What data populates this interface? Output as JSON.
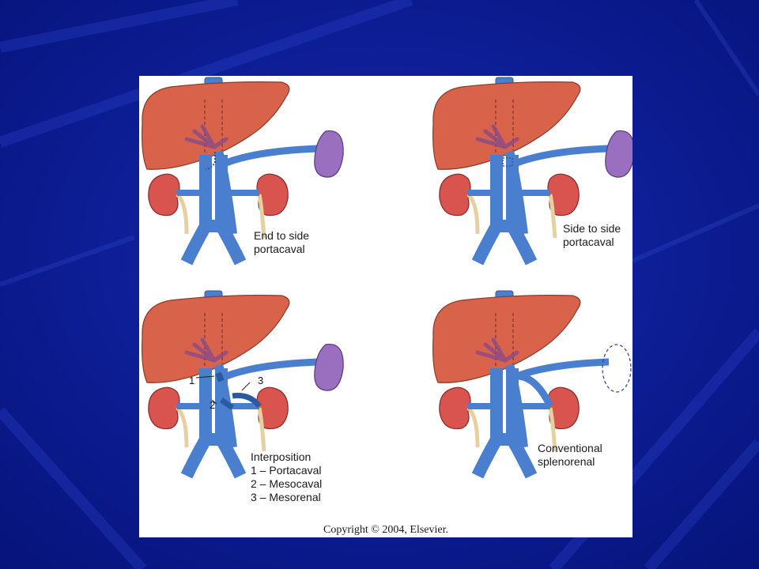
{
  "colors": {
    "background": "#0a1a8c",
    "liver": "#d8634a",
    "vein": "#4a7fcf",
    "kidney": "#d9534f",
    "spleen": "#9b6fc0"
  },
  "panels": [
    {
      "id": "end-to-side",
      "label_lines": [
        "End to side",
        "portacaval"
      ]
    },
    {
      "id": "side-to-side",
      "label_lines": [
        "Side to side",
        "portacaval"
      ]
    },
    {
      "id": "interposition",
      "label_lines": [
        "Interposition",
        "1 – Portacaval",
        "2 – Mesocaval",
        "3 – Mesorenal"
      ],
      "markers": [
        "1",
        "2",
        "3"
      ]
    },
    {
      "id": "splenorenal",
      "label_lines": [
        "Conventional",
        "splenorenal"
      ]
    }
  ],
  "copyright": "Copyright © 2004, Elsevier."
}
